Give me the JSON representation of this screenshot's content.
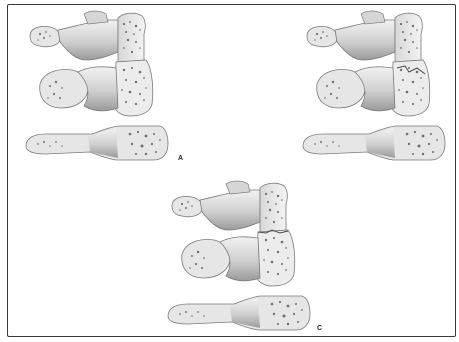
{
  "figure": {
    "panels": [
      {
        "id": "A",
        "label": "A",
        "fracture_line": "none"
      },
      {
        "id": "B",
        "label": "",
        "fracture_line": "oblique-lower"
      },
      {
        "id": "C",
        "label": "C",
        "fracture_line": "transverse-middle"
      }
    ],
    "colors": {
      "bone_fill": "#e6e6e6",
      "bone_stroke": "#7a7a7a",
      "shadow": "#a9a9a9",
      "trabecular": "#6e6e6e",
      "frame": "#3a3a3a"
    }
  }
}
